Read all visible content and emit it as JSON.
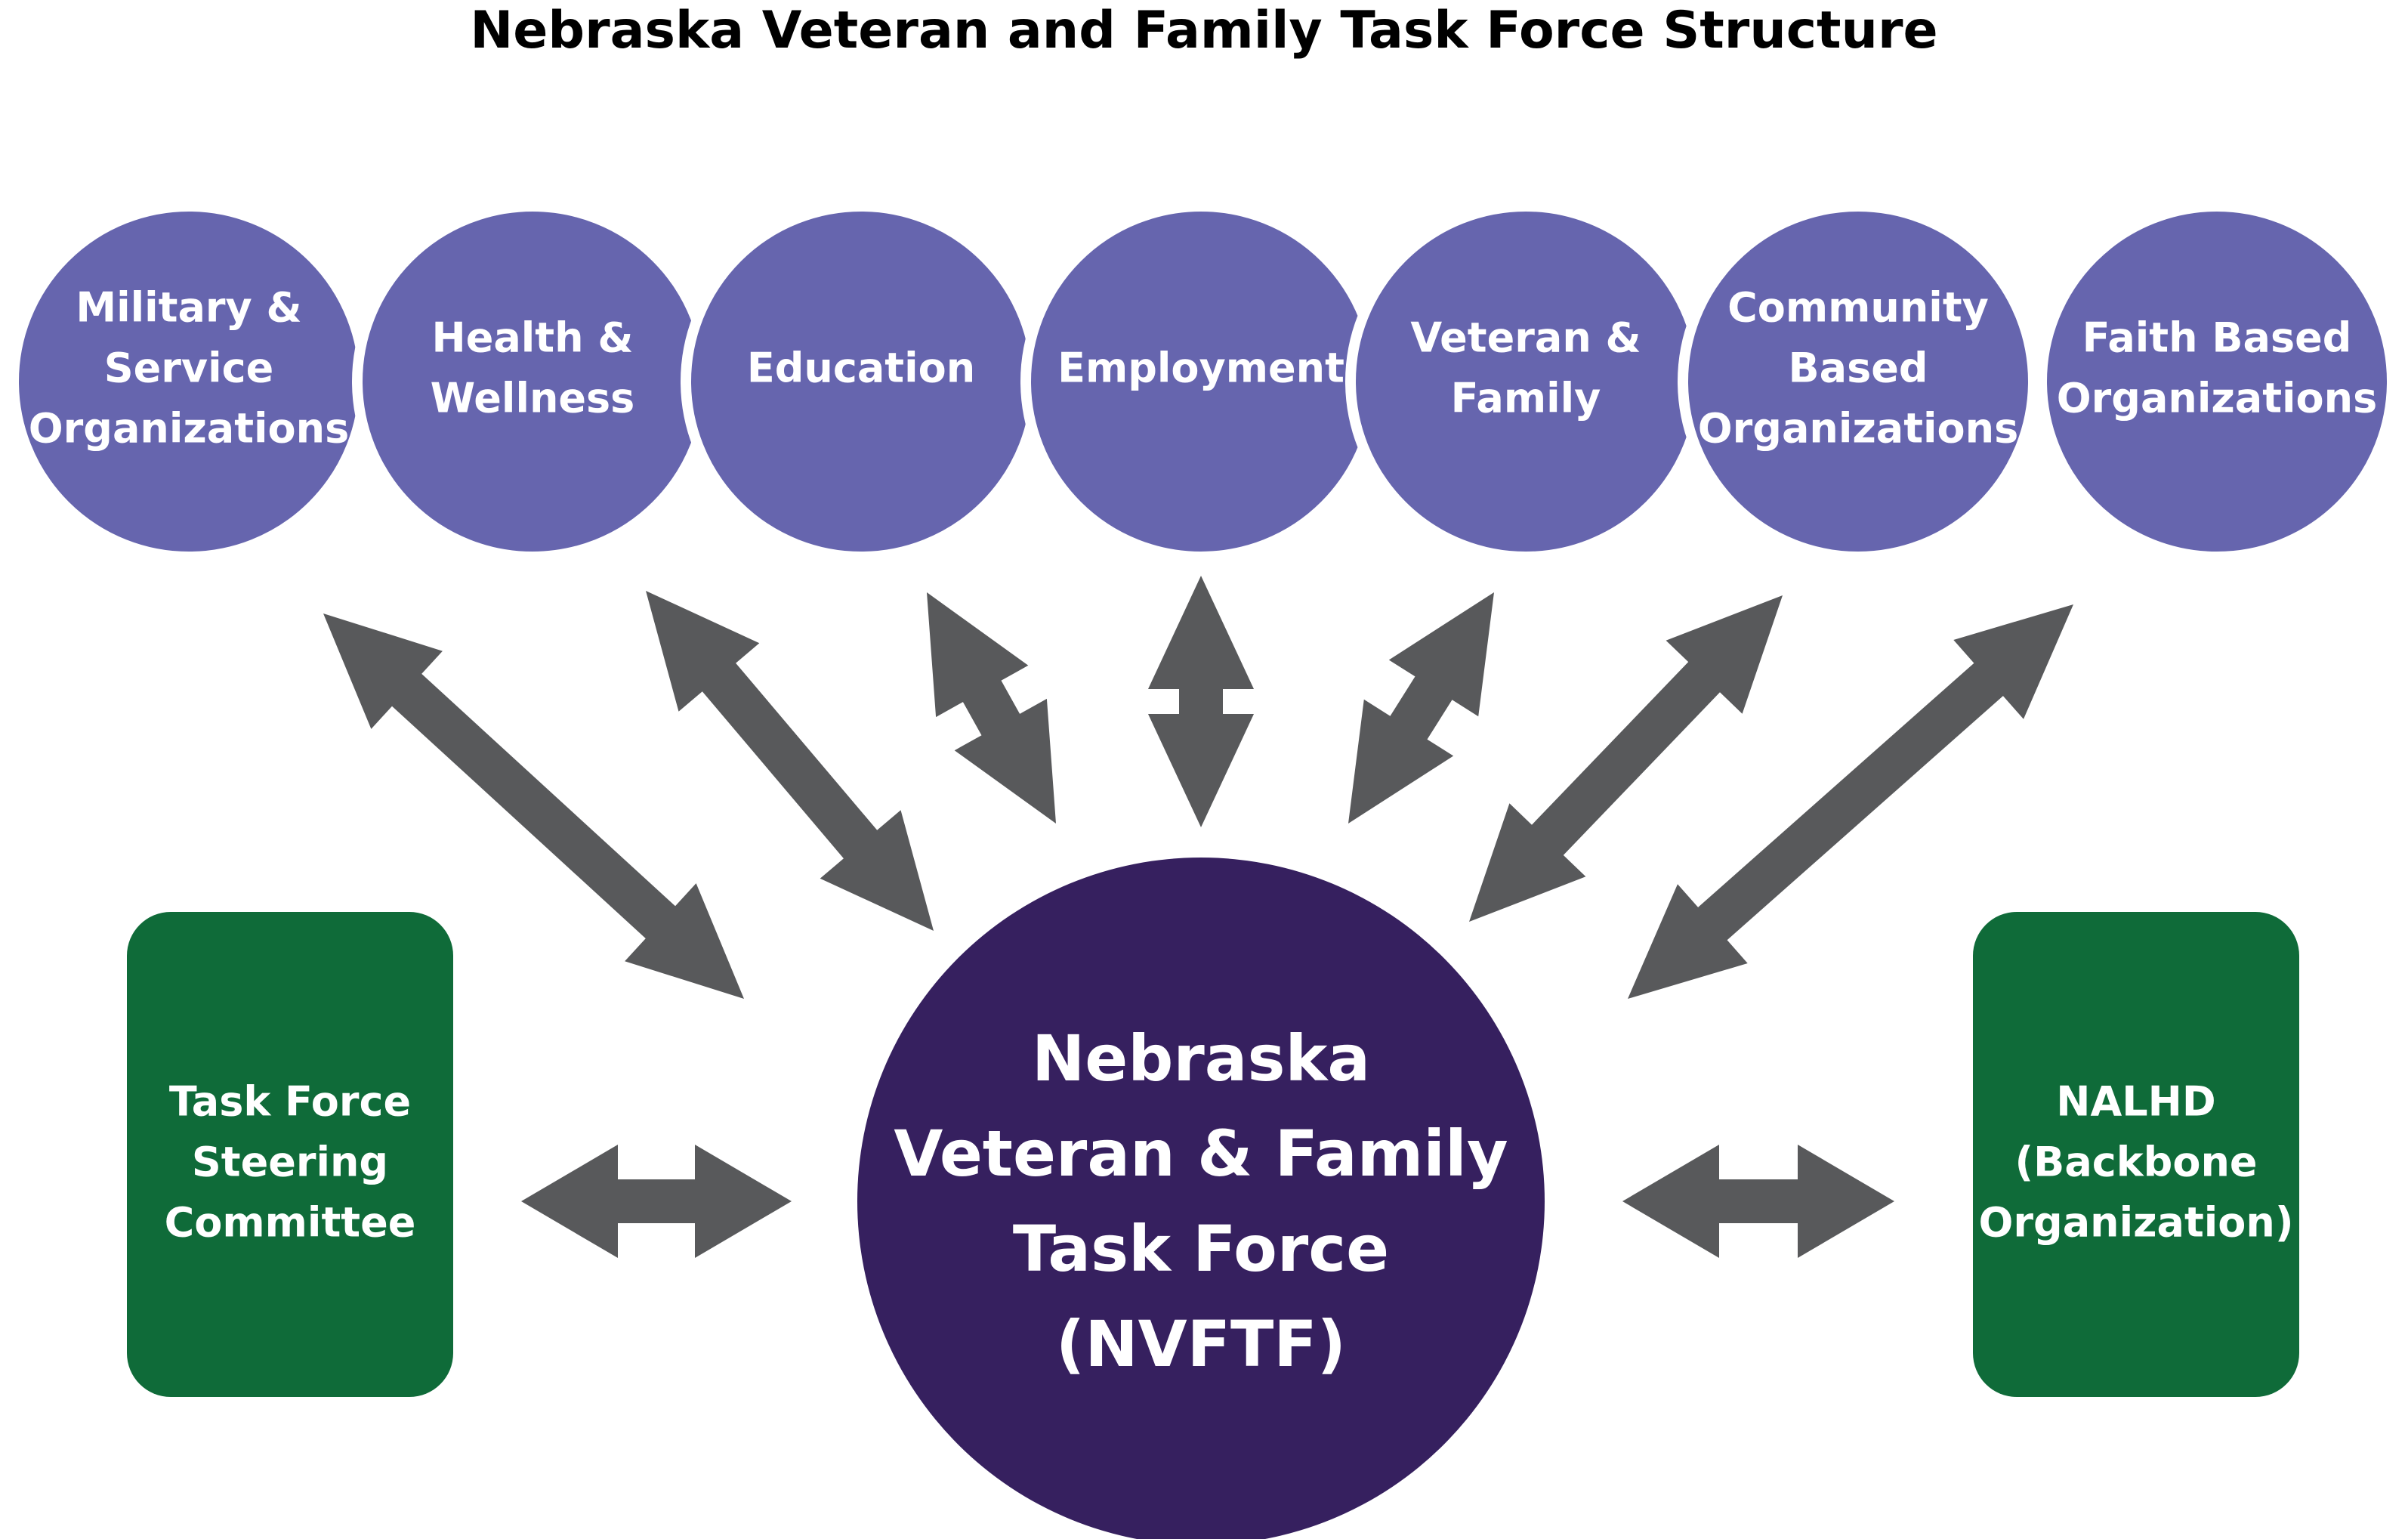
{
  "title": "Nebraska Veteran and Family Task Force Structure",
  "colors": {
    "sector_circle": "#6665ae",
    "center_circle": "#36205f",
    "side_box": "#0f6b39",
    "arrow": "#58595b",
    "text": "#ffffff",
    "title_text": "#000000"
  },
  "sectors": [
    {
      "id": "military",
      "lines": [
        "Military &",
        "Service",
        "Organizations"
      ]
    },
    {
      "id": "health",
      "lines": [
        "Health &",
        "Wellness"
      ]
    },
    {
      "id": "education",
      "lines": [
        "Education"
      ]
    },
    {
      "id": "employment",
      "lines": [
        "Employment"
      ]
    },
    {
      "id": "veteran-family",
      "lines": [
        "Veteran &",
        "Family"
      ]
    },
    {
      "id": "community",
      "lines": [
        "Community",
        "Based",
        "Organizations"
      ]
    },
    {
      "id": "faith",
      "lines": [
        "Faith Based",
        "Organizations"
      ]
    }
  ],
  "center": {
    "lines": [
      "Nebraska",
      "Veteran & Family",
      "Task Force",
      "(NVFTF)"
    ]
  },
  "left_box": {
    "lines": [
      "Task Force",
      "Steering",
      "Committee"
    ]
  },
  "right_box": {
    "lines": [
      "NALHD",
      "(Backbone",
      "Organization)"
    ]
  },
  "arrows": {
    "style": "double-headed",
    "connects": [
      "military ↔ center",
      "health ↔ center",
      "education ↔ center",
      "employment ↔ center",
      "veteran-family ↔ center",
      "community ↔ center",
      "faith ↔ center",
      "left_box ↔ center",
      "center ↔ right_box"
    ]
  }
}
